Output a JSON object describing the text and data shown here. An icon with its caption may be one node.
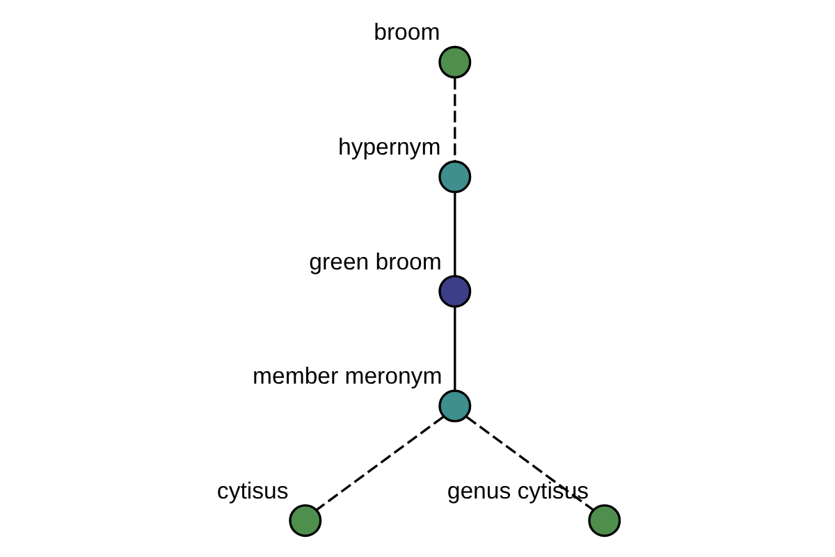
{
  "diagram": {
    "nodes": [
      {
        "text": [
          "broom"
        ]
      },
      {
        "text": [
          "hypernym"
        ]
      },
      {
        "text": [
          "green broom"
        ]
      },
      {
        "text": [
          "member meronym"
        ]
      },
      {
        "text": [
          "cytisus"
        ]
      },
      {
        "text": [
          "genus cytisus"
        ]
      }
    ],
    "edges": [
      {
        "from": 0,
        "to": 1,
        "arrow": "none",
        "style": "dashed"
      },
      {
        "from": 1,
        "to": 2,
        "arrow": "none"
      },
      {
        "from": 2,
        "to": 3,
        "arrow": "none"
      },
      {
        "from": 3,
        "to": 4,
        "arrow": "none",
        "style": "dashed"
      },
      {
        "from": 3,
        "to": 5,
        "arrow": "none",
        "style": "dashed"
      }
    ]
  }
}
